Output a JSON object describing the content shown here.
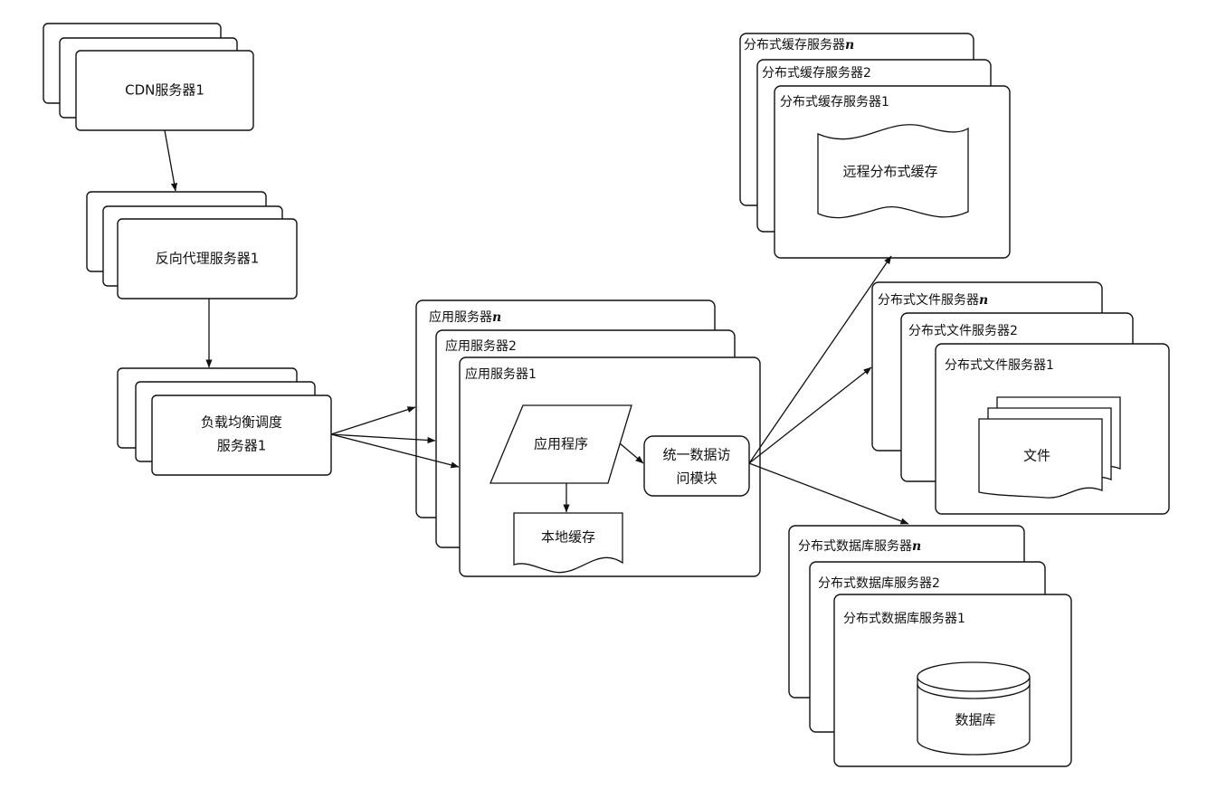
{
  "cdn": {
    "front": "CDN服务器1"
  },
  "proxy": {
    "front": "反向代理服务器1"
  },
  "lb": {
    "line1": "负载均衡调度",
    "line2": "服务器1"
  },
  "app": {
    "back_prefix": "应用服务器",
    "back_suffix": "n",
    "mid": "应用服务器2",
    "front": "应用服务器1",
    "program": "应用程序",
    "local_cache": "本地缓存",
    "dal_line1": "统一数据访",
    "dal_line2": "问模块"
  },
  "cache": {
    "back_prefix": "分布式缓存服务器",
    "back_suffix": "n",
    "mid": "分布式缓存服务器2",
    "front": "分布式缓存服务器1",
    "content": "远程分布式缓存"
  },
  "file": {
    "back_prefix": "分布式文件服务器",
    "back_suffix": "n",
    "mid": "分布式文件服务器2",
    "front": "分布式文件服务器1",
    "content": "文件"
  },
  "db": {
    "back_prefix": "分布式数据库服务器",
    "back_suffix": "n",
    "mid": "分布式数据库服务器2",
    "front": "分布式数据库服务器1",
    "content": "数据库"
  }
}
